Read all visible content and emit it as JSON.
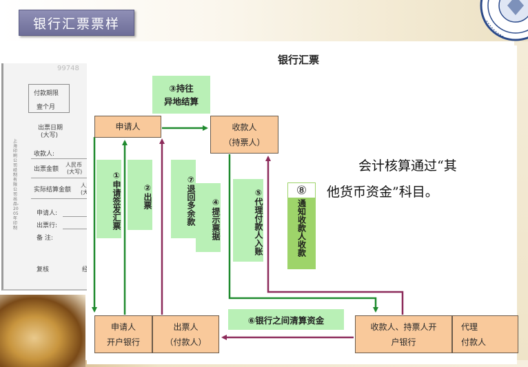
{
  "slide_title": "银行汇票票样",
  "diagram_title": "银行汇票",
  "bill": {
    "watermark": "99748",
    "term_label": "付款期限",
    "term_value": "壹个月",
    "date_label": "出票日期",
    "date_sub": "(大写)",
    "payee_label": "收款人:",
    "amount_label": "出票金额",
    "rmb_label": "人民币",
    "rmb_sub": "(大写)",
    "actual_label": "实际结算金额",
    "actual_rmb": "人民",
    "actual_sub": "(大",
    "applicant_label": "申请人:",
    "drawer_label": "出票行:",
    "remark_label": "备 注:",
    "review_label": "复核",
    "clerk_label": "经",
    "side_text": "上海印刷公司经制有限公司出品-2005年印制"
  },
  "nodes": {
    "applicant": "申请人",
    "payee": [
      "收款人",
      "（持票人）"
    ],
    "applicant_bank": [
      "申请人",
      "开户银行"
    ],
    "drawer_bank": [
      "出票人",
      "（付款人）"
    ],
    "payee_bank": [
      "收款人、持票人开",
      "户银行"
    ],
    "agent": [
      "代理",
      "付款人"
    ]
  },
  "steps": {
    "s1": "①申请签发汇票",
    "s2": "②出票",
    "s3": [
      "③持往",
      "异地结算"
    ],
    "s4": "④提示票据",
    "s5": "⑤代理付款人入账",
    "s6": "⑥银行之间清算资金",
    "s7": "⑦退回多余款",
    "s8_num": "⑧",
    "s8_text": "通知收款人收款"
  },
  "note": {
    "line1": "会计核算通过“其",
    "line2": "他货币资金”科目。"
  },
  "colors": {
    "node_fill": "#f9c99b",
    "label_fill": "#b9f0b6",
    "label8_fill": "#9ed46a",
    "arrow_green": "#1f8a2e",
    "arrow_purple": "#8c2a5a",
    "title_fill": "#7f7fa8"
  }
}
